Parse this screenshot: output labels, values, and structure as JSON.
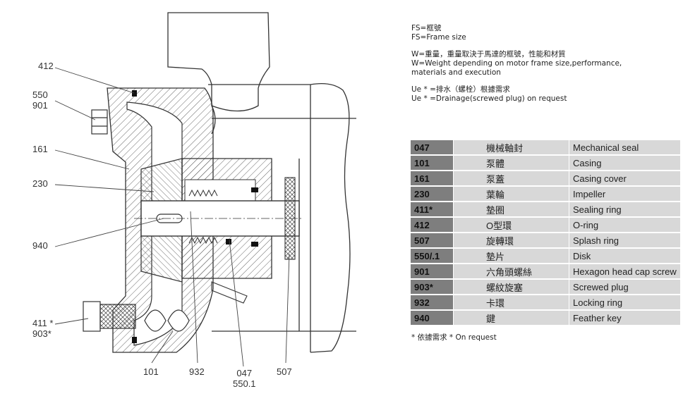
{
  "callouts": {
    "left": [
      "412",
      "550\n901",
      "161",
      "230",
      "940",
      "411 *\n903*"
    ],
    "bottom": [
      "101",
      "932",
      "047\n550.1",
      "507"
    ]
  },
  "notes": [
    [
      "FS=框號",
      "FS=Frame size"
    ],
    [
      "W=重量，重量取決于馬達的框號，性能和材質",
      "W=Weight depending on motor frame size,performance,",
      "materials and execution"
    ],
    [
      "Ue * =排水（螺栓）根據需求",
      "Ue * =Drainage(screwed plug) on request"
    ]
  ],
  "parts": [
    {
      "code": "047",
      "zh": "機械軸封",
      "en": "Mechanical seal"
    },
    {
      "code": "101",
      "zh": "泵體",
      "en": "Casing"
    },
    {
      "code": "161",
      "zh": "泵蓋",
      "en": "Casing cover"
    },
    {
      "code": "230",
      "zh": "葉輪",
      "en": "Impeller"
    },
    {
      "code": "411*",
      "zh": "墊圈",
      "en": "Sealing ring"
    },
    {
      "code": "412",
      "zh": "O型環",
      "en": "O-ring"
    },
    {
      "code": "507",
      "zh": "旋轉環",
      "en": "Splash ring"
    },
    {
      "code": "550/.1",
      "zh": "墊片",
      "en": "Disk"
    },
    {
      "code": "901",
      "zh": "六角頭螺絲",
      "en": "Hexagon head cap screw"
    },
    {
      "code": "903*",
      "zh": "螺紋旋塞",
      "en": "Screwed plug"
    },
    {
      "code": "932",
      "zh": "卡環",
      "en": "Locking ring"
    },
    {
      "code": "940",
      "zh": "鍵",
      "en": "Feather key"
    }
  ],
  "footnote": "* 依據需求 * On request",
  "colors": {
    "code_cell": "#7e7e7e",
    "text_cell": "#d8d8d8",
    "line": "#333333"
  }
}
